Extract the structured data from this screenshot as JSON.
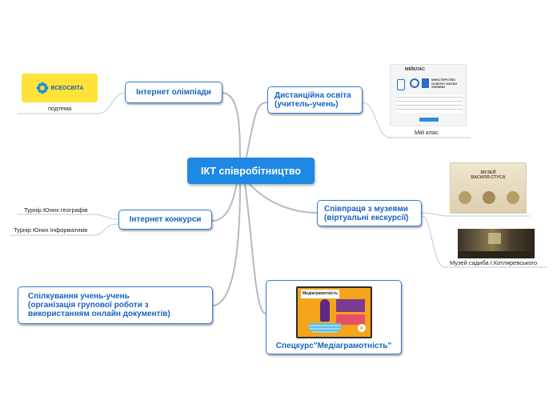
{
  "central": "ІКТ співробітництво",
  "branches": {
    "olympiads": {
      "label": "Інтернет олімпіади",
      "sub": "подтема",
      "logo_text": "ВСЕОСВІТА"
    },
    "distance": {
      "label": "Дистанційна освіта\n(учитель-учень)",
      "sub": "Мій клас",
      "brand": "МІЙКЛАС",
      "ministry": "МІНІСТЕРСТВО\nОСВІТИ І НАУКИ\nУКРАЇНИ"
    },
    "contests": {
      "label": "Інтернет конкурси",
      "items": [
        "Турнір Юних географів",
        "Турнір Юних Інформатиків"
      ]
    },
    "museums": {
      "label": "Співпраця з музеями\n(віртуальні екскурсії)",
      "sub": "Музей садиба І.Котляревського",
      "museum_title": "МУЗЕЙ\nВАСИЛЯ СТУСА"
    },
    "communication": {
      "label": "Спілкування учень-учень\n(організація групової роботи з\nвикористанням онлайн документів)"
    },
    "media": {
      "label": "Спецкурс\"Медіаграмотність\"",
      "thumb_title": "Медіаграмотність"
    }
  },
  "colors": {
    "central_bg": "#1e88e5",
    "node_text": "#1565c0",
    "connector": "#b0b8c4"
  }
}
